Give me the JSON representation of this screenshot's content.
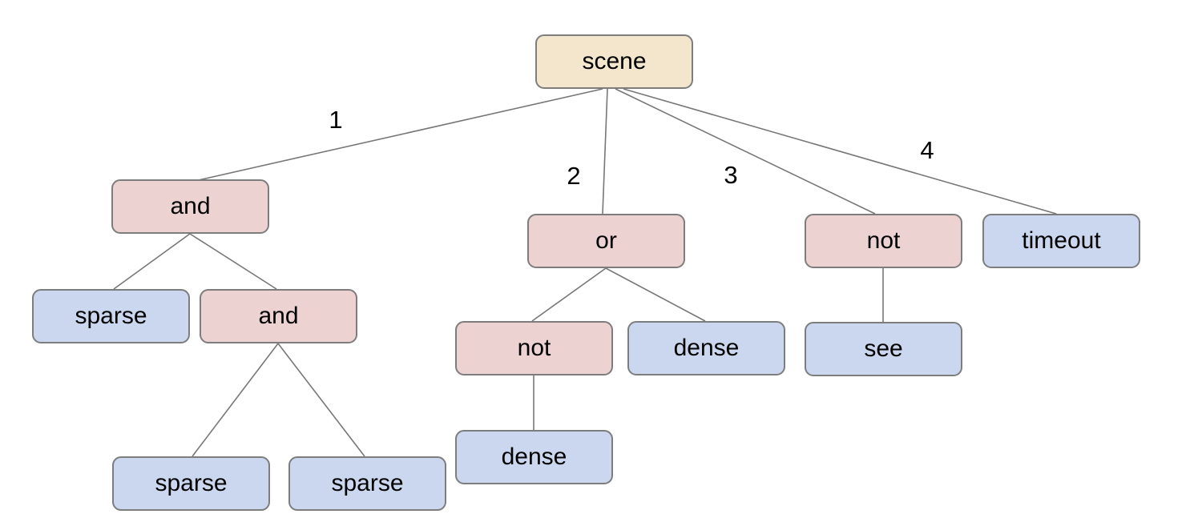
{
  "diagram": {
    "type": "tree",
    "colors": {
      "background": "#ffffff",
      "root_fill": "#f3e6cc",
      "operator_fill": "#ecd2d1",
      "leaf_fill": "#cbd7ef",
      "node_border": "#7d7d7d",
      "edge_line": "#777777",
      "text": "#000000"
    },
    "nodes": [
      {
        "id": "scene",
        "label": "scene",
        "kind": "root"
      },
      {
        "id": "and-1",
        "label": "and",
        "kind": "operator"
      },
      {
        "id": "or-1",
        "label": "or",
        "kind": "operator"
      },
      {
        "id": "not-1",
        "label": "not",
        "kind": "operator"
      },
      {
        "id": "timeout-1",
        "label": "timeout",
        "kind": "leaf"
      },
      {
        "id": "sparse-1",
        "label": "sparse",
        "kind": "leaf"
      },
      {
        "id": "and-2",
        "label": "and",
        "kind": "operator"
      },
      {
        "id": "not-2",
        "label": "not",
        "kind": "operator"
      },
      {
        "id": "dense-1",
        "label": "dense",
        "kind": "leaf"
      },
      {
        "id": "see-1",
        "label": "see",
        "kind": "leaf"
      },
      {
        "id": "sparse-2",
        "label": "sparse",
        "kind": "leaf"
      },
      {
        "id": "sparse-3",
        "label": "sparse",
        "kind": "leaf"
      },
      {
        "id": "dense-2",
        "label": "dense",
        "kind": "leaf"
      }
    ],
    "edges": [
      {
        "from": "scene",
        "to": "and-1",
        "label": "1"
      },
      {
        "from": "scene",
        "to": "or-1",
        "label": "2"
      },
      {
        "from": "scene",
        "to": "not-1",
        "label": "3"
      },
      {
        "from": "scene",
        "to": "timeout-1",
        "label": "4"
      },
      {
        "from": "and-1",
        "to": "sparse-1",
        "label": ""
      },
      {
        "from": "and-1",
        "to": "and-2",
        "label": ""
      },
      {
        "from": "and-2",
        "to": "sparse-2",
        "label": ""
      },
      {
        "from": "and-2",
        "to": "sparse-3",
        "label": ""
      },
      {
        "from": "or-1",
        "to": "not-2",
        "label": ""
      },
      {
        "from": "or-1",
        "to": "dense-1",
        "label": ""
      },
      {
        "from": "not-2",
        "to": "dense-2",
        "label": ""
      },
      {
        "from": "not-1",
        "to": "see-1",
        "label": ""
      }
    ]
  }
}
